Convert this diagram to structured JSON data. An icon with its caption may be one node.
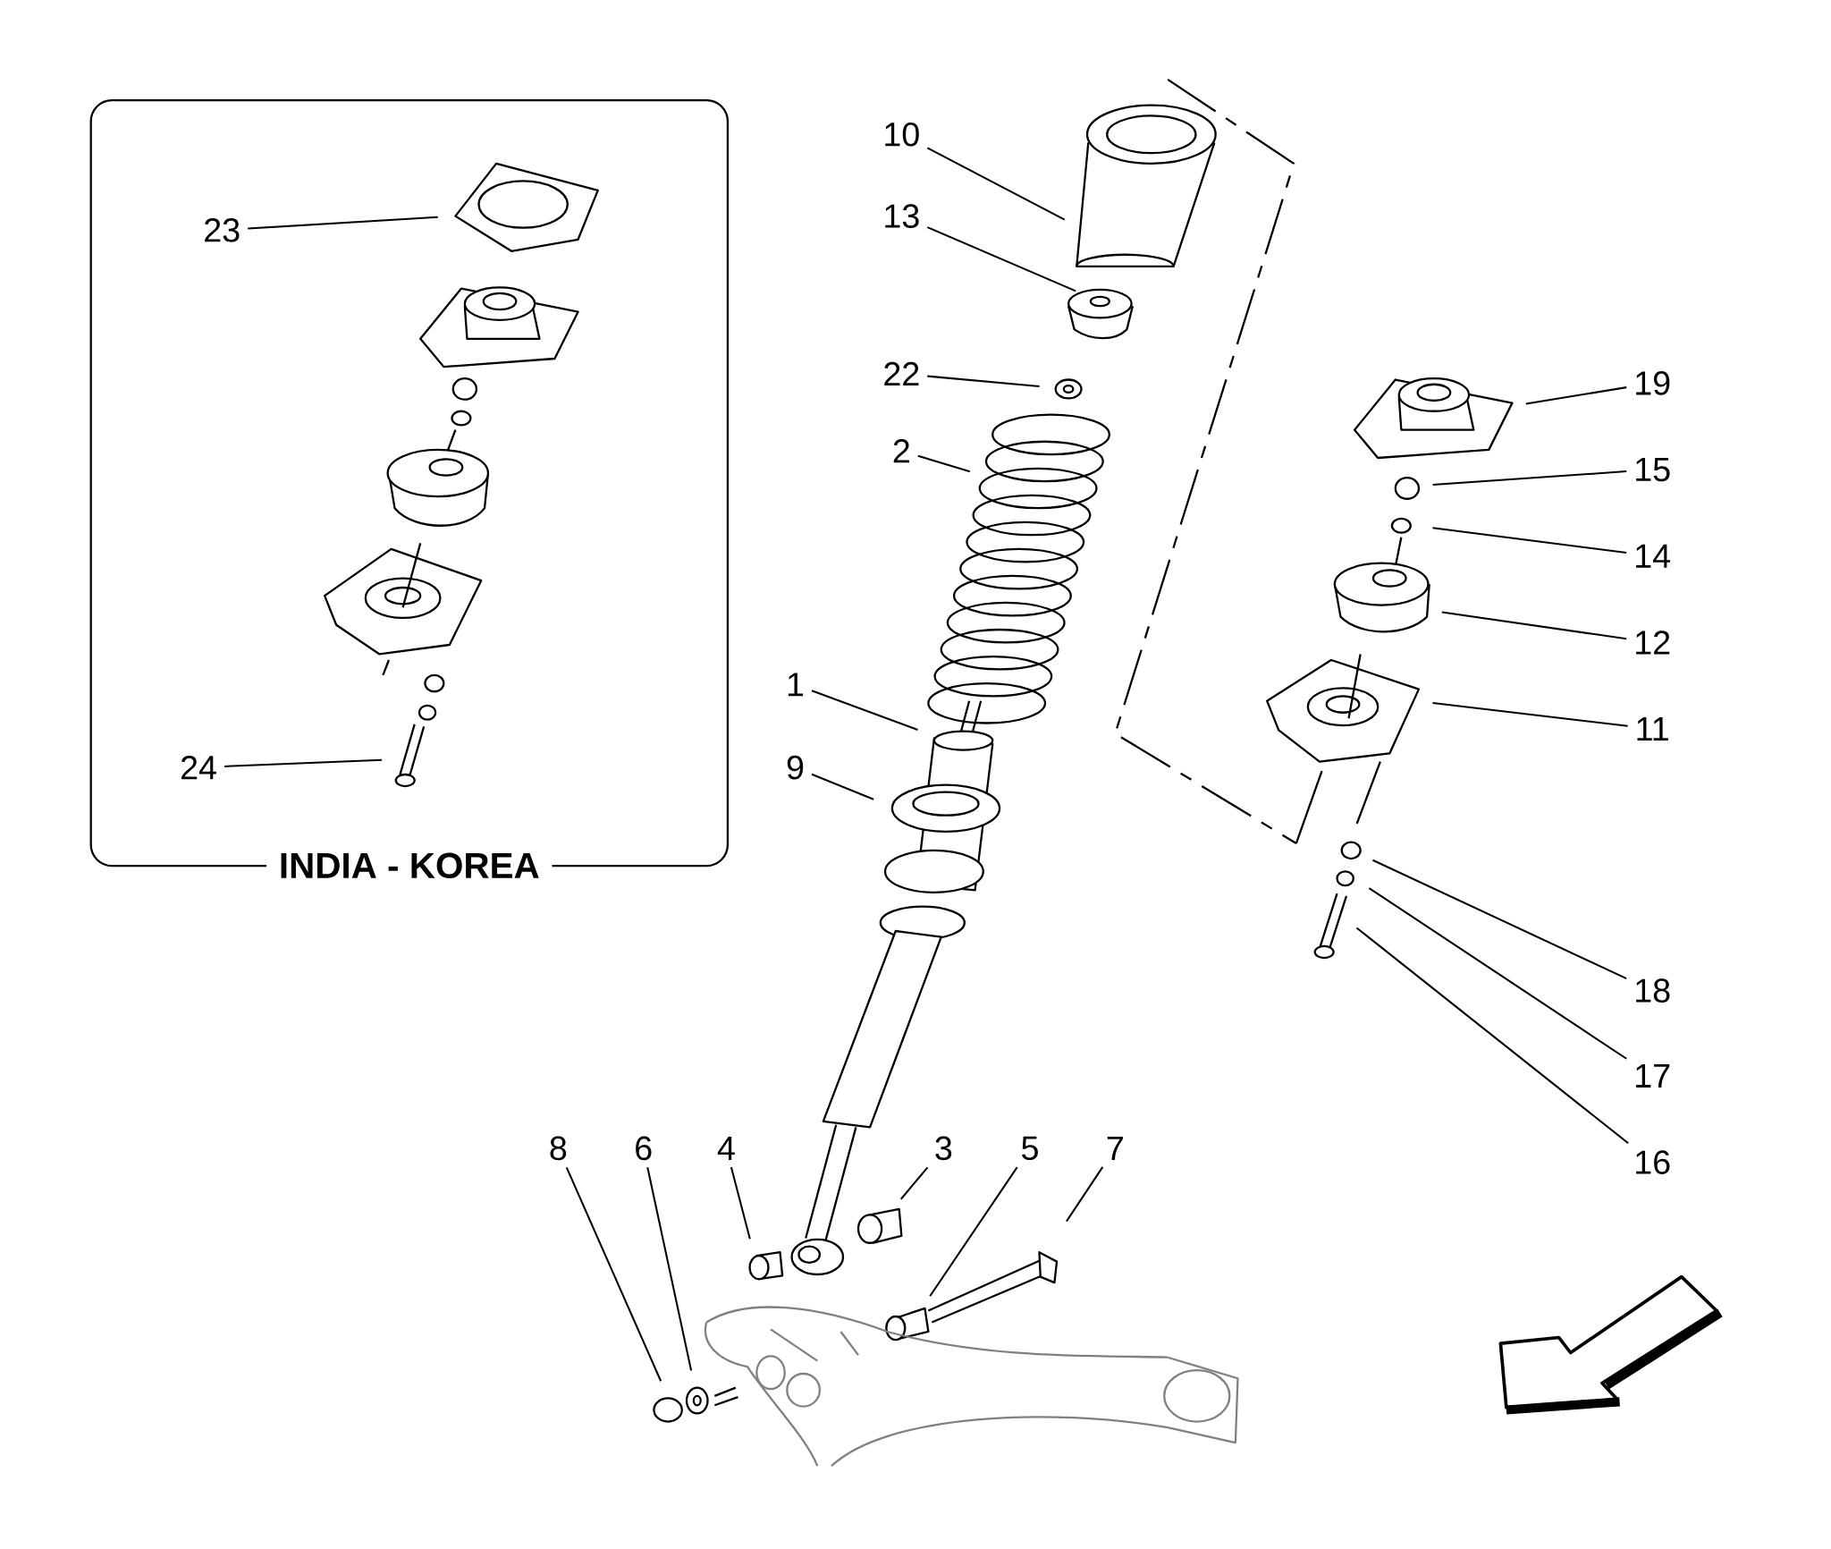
{
  "diagram": {
    "nodes": [
      {
        "text": [
          "INDIA - KOREA"
        ]
      },
      {
        "text": [
          "23"
        ],
        "in": 0
      },
      {
        "text": [
          "24"
        ],
        "in": 0
      },
      {
        "text": [
          "10"
        ]
      },
      {
        "text": [
          "13"
        ]
      },
      {
        "text": [
          "22"
        ]
      },
      {
        "text": [
          "2"
        ]
      },
      {
        "text": [
          "1"
        ]
      },
      {
        "text": [
          "9"
        ]
      },
      {
        "text": [
          "19"
        ]
      },
      {
        "text": [
          "15"
        ]
      },
      {
        "text": [
          "14"
        ]
      },
      {
        "text": [
          "12"
        ]
      },
      {
        "text": [
          "11"
        ]
      },
      {
        "text": [
          "18"
        ]
      },
      {
        "text": [
          "17"
        ]
      },
      {
        "text": [
          "16"
        ]
      },
      {
        "text": [
          "8"
        ]
      },
      {
        "text": [
          "6"
        ]
      },
      {
        "text": [
          "4"
        ]
      },
      {
        "text": [
          "3"
        ]
      },
      {
        "text": [
          "5"
        ]
      },
      {
        "text": [
          "7"
        ]
      }
    ],
    "edges": [
      {
        "from": 1,
        "to": null,
        "arrow": "none"
      },
      {
        "from": 2,
        "to": null,
        "arrow": "none"
      },
      {
        "from": 3,
        "to": null,
        "arrow": "none"
      },
      {
        "from": 4,
        "to": null,
        "arrow": "none"
      },
      {
        "from": 5,
        "to": null,
        "arrow": "none"
      },
      {
        "from": 6,
        "to": null,
        "arrow": "none"
      },
      {
        "from": 7,
        "to": null,
        "arrow": "none"
      },
      {
        "from": 8,
        "to": null,
        "arrow": "none"
      },
      {
        "from": 9,
        "to": null,
        "arrow": "none"
      },
      {
        "from": 10,
        "to": null,
        "arrow": "none"
      },
      {
        "from": 11,
        "to": null,
        "arrow": "none"
      },
      {
        "from": 12,
        "to": null,
        "arrow": "none"
      },
      {
        "from": 13,
        "to": null,
        "arrow": "none"
      },
      {
        "from": 14,
        "to": null,
        "arrow": "none"
      },
      {
        "from": 15,
        "to": null,
        "arrow": "none"
      },
      {
        "from": 16,
        "to": null,
        "arrow": "none"
      },
      {
        "from": 17,
        "to": null,
        "arrow": "none"
      },
      {
        "from": 18,
        "to": null,
        "arrow": "none"
      },
      {
        "from": 19,
        "to": null,
        "arrow": "none"
      },
      {
        "from": 20,
        "to": null,
        "arrow": "none"
      },
      {
        "from": 21,
        "to": null,
        "arrow": "none"
      },
      {
        "from": 22,
        "to": null,
        "arrow": "none"
      }
    ]
  }
}
